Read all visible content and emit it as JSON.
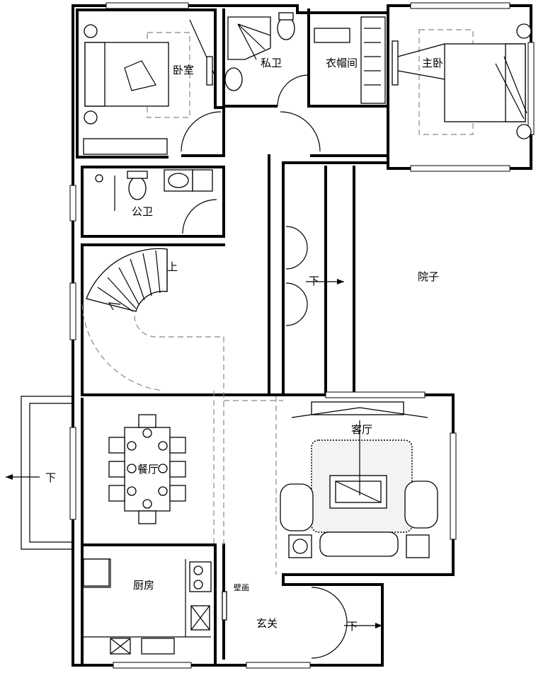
{
  "rooms": {
    "bedroom": "卧室",
    "private_bath": "私卫",
    "cloakroom": "衣帽间",
    "master_bedroom": "主卧",
    "public_bath": "公卫",
    "up": "上",
    "courtyard": "院子",
    "dining_room": "餐厅",
    "living_room": "客厅",
    "kitchen": "厨房",
    "entrance": "玄关",
    "mural": "壁画"
  },
  "arrows": {
    "courtyard_down": "下",
    "left_down": "下",
    "entrance_down": "下"
  }
}
